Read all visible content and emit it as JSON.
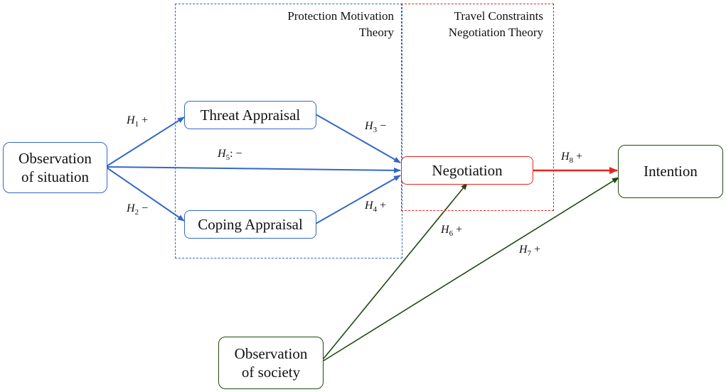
{
  "colors": {
    "blue": "#3468C8",
    "red": "#E8231F",
    "green": "#1F4A12",
    "text": "#111111"
  },
  "frames": {
    "protection": {
      "title": "Protection Motivation\nTheory"
    },
    "travel": {
      "title": "Travel Constraints\nNegotiation Theory"
    }
  },
  "nodes": {
    "observation_situation": "Observation\nof situation",
    "threat_appraisal": "Threat Appraisal",
    "coping_appraisal": "Coping Appraisal",
    "negotiation": "Negotiation",
    "intention": "Intention",
    "observation_society": "Observation\nof society"
  },
  "hypotheses": {
    "h1": {
      "letter": "H",
      "num": "1",
      "sign": " +"
    },
    "h2": {
      "letter": "H",
      "num": "2",
      "sign": " −"
    },
    "h3": {
      "letter": "H",
      "num": "3",
      "sign": " −"
    },
    "h4": {
      "letter": "H",
      "num": "4",
      "sign": " +"
    },
    "h5": {
      "letter": "H",
      "num": "5",
      "sign": ":  −"
    },
    "h6": {
      "letter": "H",
      "num": "6",
      "sign": "  +"
    },
    "h7": {
      "letter": "H",
      "num": "7",
      "sign": "  +"
    },
    "h8": {
      "letter": "H",
      "num": "8",
      "sign": "  +"
    }
  },
  "edges": [
    {
      "from": "observation_situation",
      "to": "threat_appraisal",
      "label": "h1",
      "color": "blue"
    },
    {
      "from": "observation_situation",
      "to": "coping_appraisal",
      "label": "h2",
      "color": "blue"
    },
    {
      "from": "threat_appraisal",
      "to": "negotiation",
      "label": "h3",
      "color": "blue"
    },
    {
      "from": "coping_appraisal",
      "to": "negotiation",
      "label": "h4",
      "color": "blue"
    },
    {
      "from": "observation_situation",
      "to": "negotiation",
      "label": "h5",
      "color": "blue"
    },
    {
      "from": "observation_society",
      "to": "negotiation",
      "label": "h6",
      "color": "green"
    },
    {
      "from": "observation_society",
      "to": "intention",
      "label": "h7",
      "color": "green"
    },
    {
      "from": "negotiation",
      "to": "intention",
      "label": "h8",
      "color": "red"
    }
  ]
}
